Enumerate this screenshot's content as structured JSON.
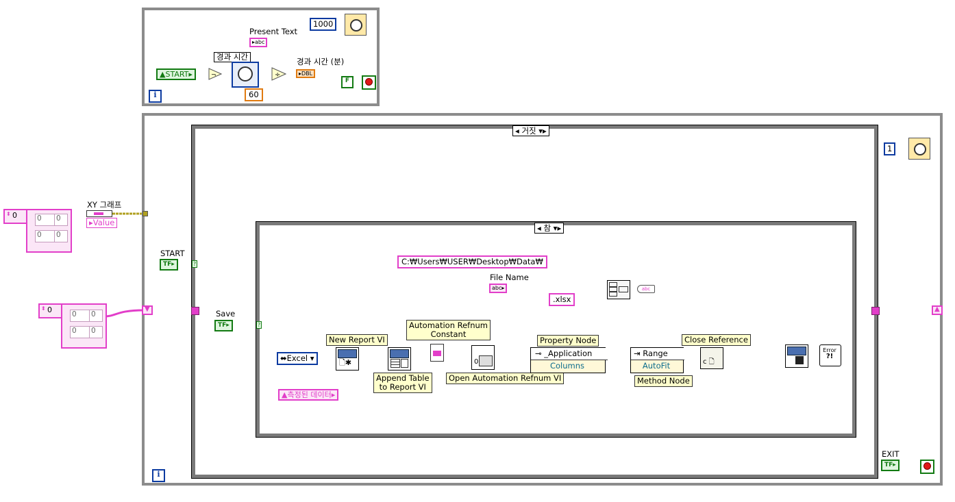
{
  "top_loop": {
    "start_label": "START",
    "present_text_label": "Present Text",
    "elapsed_label": "경과 시간",
    "elapsed_min_label": "경과 시간 (분)",
    "wait_ms": "1000",
    "divisor": "60",
    "bool_const": "F",
    "abc_tag": "abc",
    "dbl_tag": "DBL"
  },
  "main_loop": {
    "case_outer_selector": "거짓",
    "case_inner_selector": "참",
    "wait_ms": "1",
    "start_label": "START",
    "save_label": "Save",
    "exit_label": "EXIT",
    "xy_graph_label": "XY 그래프",
    "value_label": "Value",
    "tf_tag": "TF"
  },
  "arrays": {
    "left_top_index": "0",
    "left_top_cells": [
      "0",
      "0"
    ],
    "left_bottom_index": "0",
    "left_bottom_cells": [
      "0",
      "0"
    ]
  },
  "inner_case": {
    "path_const": "C:₩Users₩USER₩Desktop₩Data₩",
    "file_name_label": "File Name",
    "xlsx_const": ".xlsx",
    "excel_enum": "Excel",
    "measured_data_label": "측정된 데이터",
    "notes": {
      "new_report": "New Report VI",
      "automation_refnum": "Automation Refnum\nConstant",
      "property_node": "Property Node",
      "close_reference": "Close Reference",
      "append_table": "Append Table\nto Report VI",
      "open_automation": "Open Automation Refnum VI",
      "method_node": "Method Node"
    },
    "property_node": {
      "class": "_Application",
      "property": "Columns"
    },
    "method_node": {
      "class": "Range",
      "method": "AutoFit"
    },
    "error_label": "Error"
  },
  "colors": {
    "string_wire": "#e23ec9",
    "refnum_wire": "#0a8c8c",
    "error_wire": "#b0a020",
    "numeric_blue": "#0b3aa0",
    "bool_green": "#127a12",
    "dbl_orange": "#e07a10"
  }
}
